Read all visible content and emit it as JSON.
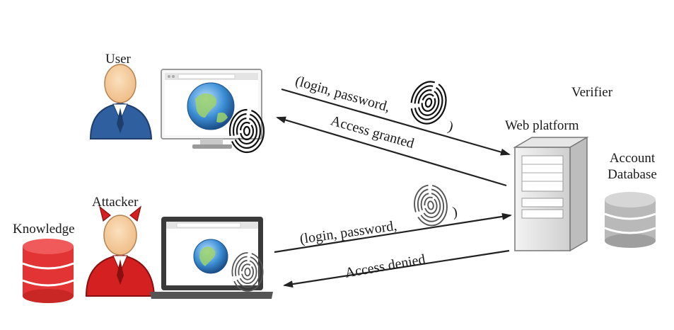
{
  "labels": {
    "user": "User",
    "attacker": "Attacker",
    "knowledge": "Knowledge",
    "verifier": "Verifier",
    "web_platform": "Web platform",
    "account_database_line1": "Account",
    "account_database_line2": "Database"
  },
  "messages": {
    "user_request_prefix": "(login, password,",
    "user_request_suffix": ")",
    "access_granted": "Access granted",
    "attacker_request_prefix": "(login, password,",
    "attacker_request_suffix": ")",
    "access_denied": "Access denied"
  },
  "colors": {
    "user_shirt": "#2f5f9e",
    "attacker_shirt": "#d42020",
    "skin": "#f4c99a",
    "knowledge_db": "#e23434",
    "account_db": "#b9b9b9",
    "arrow": "#222222"
  },
  "icons": [
    "user-figure",
    "attacker-figure",
    "desktop-monitor",
    "laptop",
    "globe",
    "fingerprint",
    "server-tower",
    "database-cylinder"
  ]
}
